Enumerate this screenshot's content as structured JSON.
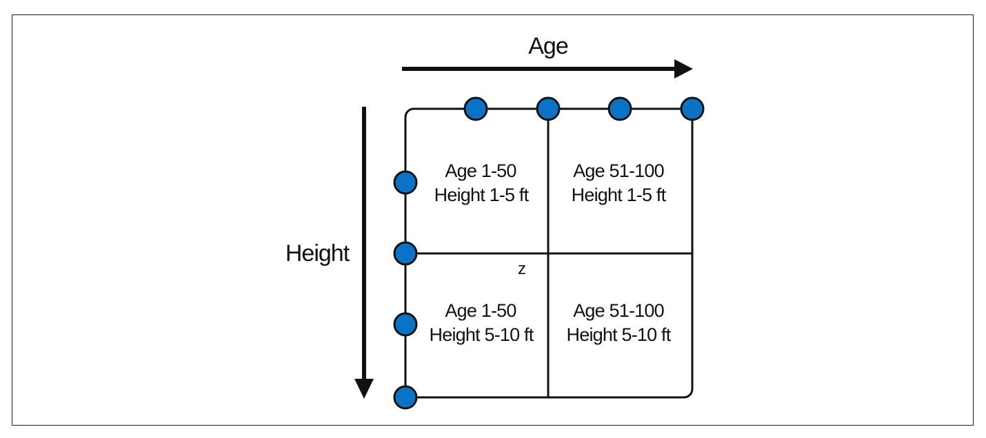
{
  "axes": {
    "x_title": "Age",
    "y_title": "Height"
  },
  "cells": [
    {
      "line1": "Age 1-50",
      "line2": "Height 1-5 ft"
    },
    {
      "line1": "Age 51-100",
      "line2": "Height 1-5 ft"
    },
    {
      "line1": "Age 1-50",
      "line2": "Height 5-10 ft"
    },
    {
      "line1": "Age 51-100",
      "line2": "Height 5-10 ft"
    }
  ],
  "point_label": "z",
  "colors": {
    "node_fill": "#0b73c6",
    "line": "#111111"
  }
}
